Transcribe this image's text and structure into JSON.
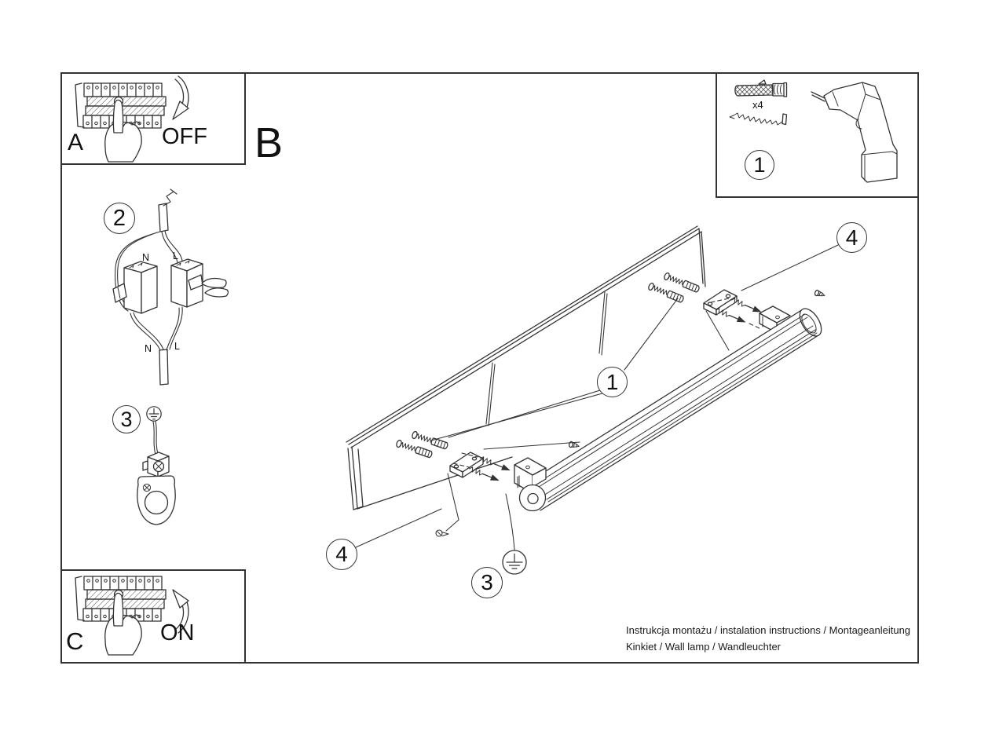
{
  "sections": {
    "a": "A",
    "b": "B",
    "c": "C"
  },
  "breaker": {
    "off_label": "OFF",
    "on_label": "ON"
  },
  "parts_box": {
    "quantity": "x4",
    "callout_step": "1"
  },
  "wiring": {
    "callout_step": "2",
    "label_n_top": "N",
    "label_l_top": "L",
    "label_n_bottom": "N",
    "label_l_bottom": "L"
  },
  "ground": {
    "callout_step": "3"
  },
  "assembly": {
    "callout_screws": "1",
    "callout_fixing_top": "4",
    "callout_fixing_bottom": "4",
    "callout_ground": "3"
  },
  "footer": {
    "line1": "Instrukcja montażu / instalation instructions / Montageanleitung",
    "line2": "Kinkiet / Wall lamp / Wandleuchter"
  },
  "colors": {
    "line": "#333333",
    "text": "#111111",
    "background": "#ffffff"
  }
}
